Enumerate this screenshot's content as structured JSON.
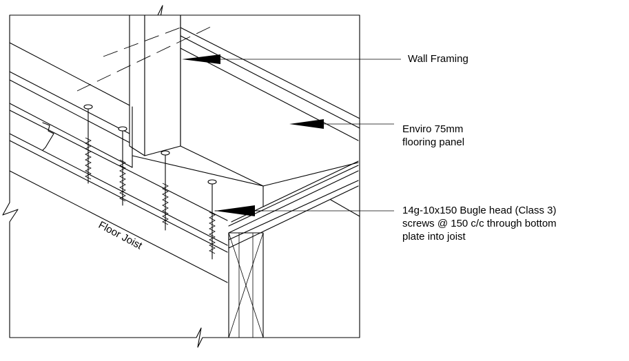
{
  "labels": {
    "wall_framing": "Wall Framing",
    "flooring_panel_line1": "Enviro 75mm",
    "flooring_panel_line2": "flooring panel",
    "screws_line1": "14g-10x150 Bugle head (Class 3)",
    "screws_line2": "screws @ 150 c/c through bottom",
    "screws_line3": "plate into joist",
    "floor_joist": "Floor Joist"
  },
  "colors": {
    "line": "#000000",
    "background": "#ffffff"
  }
}
